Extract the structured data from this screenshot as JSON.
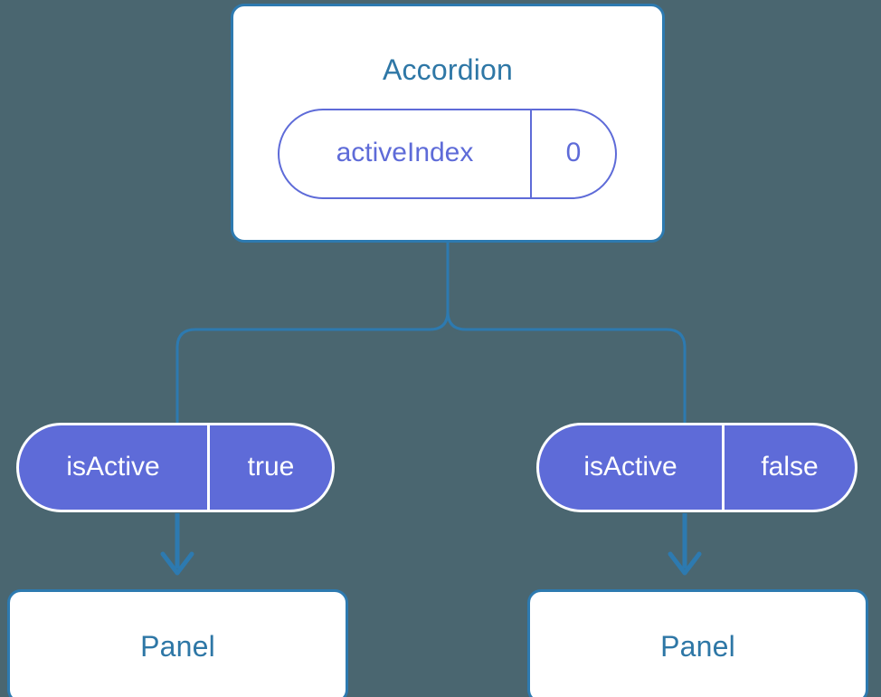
{
  "diagram": {
    "type": "component-tree",
    "background_color": "#4a6670",
    "accent_blue": "#2d7ab0",
    "title_blue": "#2e77a6",
    "accent_purple": "#5e6bd8",
    "node_fill": "#ffffff"
  },
  "root": {
    "title": "Accordion",
    "state": {
      "key": "activeIndex",
      "value": "0"
    }
  },
  "branches": [
    {
      "prop": {
        "key": "isActive",
        "value": "true"
      },
      "child": {
        "title": "Panel"
      }
    },
    {
      "prop": {
        "key": "isActive",
        "value": "false"
      },
      "child": {
        "title": "Panel"
      }
    }
  ]
}
